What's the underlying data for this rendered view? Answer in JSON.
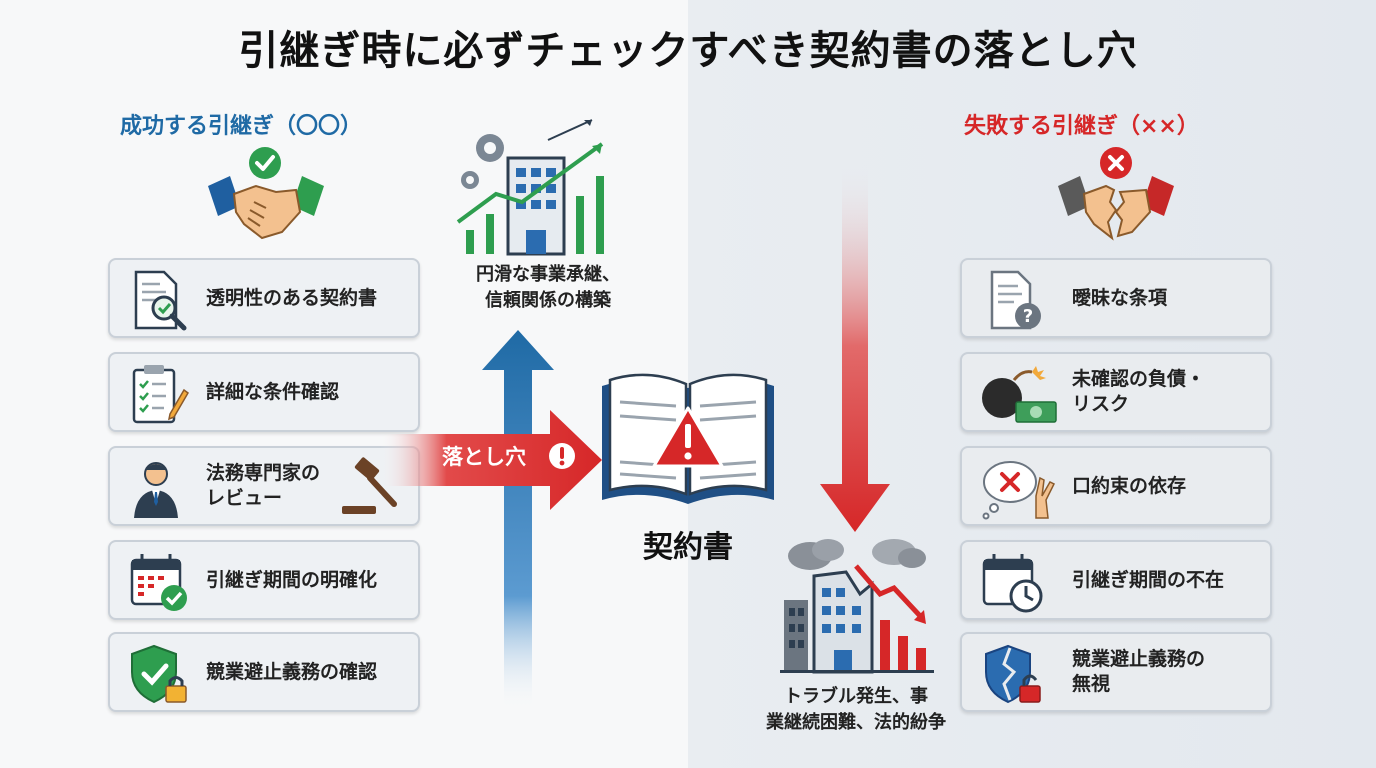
{
  "title": "引継ぎ時に必ずチェックすべき契約書の落とし穴",
  "success": {
    "heading": "成功する引継ぎ（〇〇）",
    "outcome": [
      "円滑な事業承継、",
      "信頼関係の構築"
    ],
    "items": [
      {
        "label": "透明性のある契約書",
        "icon": "document-magnifier-icon"
      },
      {
        "label": "詳細な条件確認",
        "icon": "checklist-clipboard-icon"
      },
      {
        "label": "法務専門家の\nレビュー",
        "icon": "lawyer-gavel-icon"
      },
      {
        "label": "引継ぎ期間の明確化",
        "icon": "calendar-check-icon"
      },
      {
        "label": "競業避止義務の確認",
        "icon": "shield-lock-icon"
      }
    ]
  },
  "failure": {
    "heading": "失敗する引継ぎ（××）",
    "outcome": [
      "トラブル発生、事",
      "業継続困難、法的紛争"
    ],
    "items": [
      {
        "label": "曖昧な条項",
        "icon": "document-question-icon"
      },
      {
        "label": "未確認の負債・\nリスク",
        "icon": "bomb-money-icon"
      },
      {
        "label": "口約束の依存",
        "icon": "thought-cross-fingers-icon"
      },
      {
        "label": "引継ぎ期間の不在",
        "icon": "calendar-clock-icon"
      },
      {
        "label": "競業避止義務の\n無視",
        "icon": "broken-shield-icon"
      }
    ]
  },
  "center": {
    "book_label": "契約書",
    "pitfall_label": "落とし穴",
    "book_icon": "open-book-warning-icon"
  },
  "colors": {
    "success_blue": "#1f6aa5",
    "failure_red": "#d62728",
    "check_green": "#2e9e4f"
  }
}
